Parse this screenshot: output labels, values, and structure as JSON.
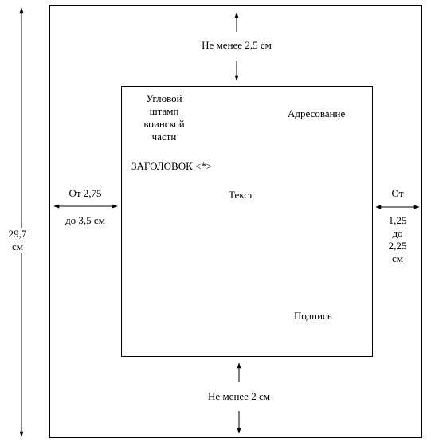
{
  "page_height": {
    "value": "29,7",
    "unit": "см"
  },
  "margins": {
    "top": "Не менее 2,5 см",
    "bottom": "Не менее 2 см",
    "left_line1": "От 2,75",
    "left_line2": "до 3,5 см",
    "right_line1": "От",
    "right_line2": "1,25",
    "right_line3": "до",
    "right_line4": "2,25",
    "right_line5": "см"
  },
  "content": {
    "stamp_line1": "Угловой",
    "stamp_line2": "штамп",
    "stamp_line3": "воинской",
    "stamp_line4": "части",
    "addressing": "Адресование",
    "heading": "ЗАГОЛОВОК <*>",
    "text": "Текст",
    "signature": "Подпись"
  }
}
